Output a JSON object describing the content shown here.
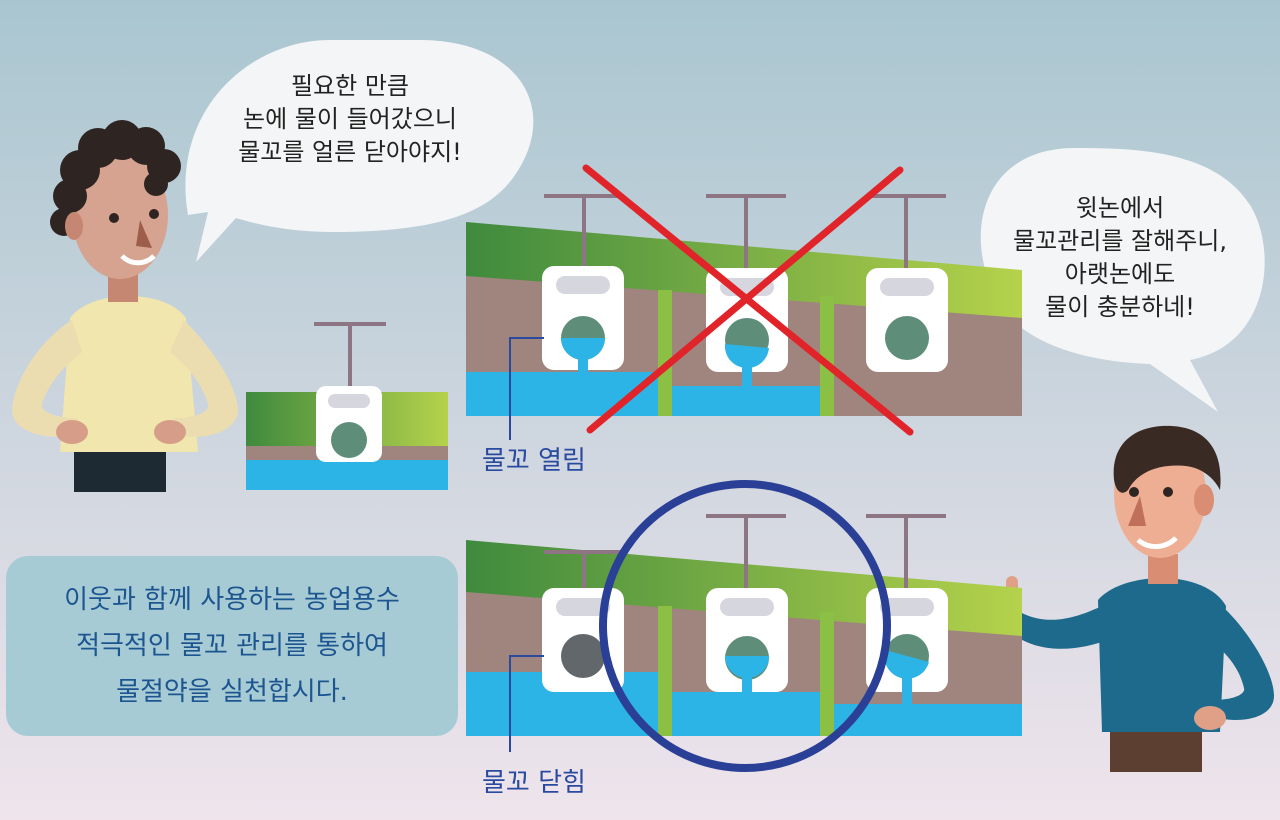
{
  "bubbles": {
    "left": [
      "필요한 만큼",
      "논에 물이 들어갔으니",
      "물꼬를 얼른 닫아야지!"
    ],
    "right": [
      "윗논에서",
      "물꼬관리를 잘해주니,",
      "아랫논에도",
      "물이 충분하네!"
    ]
  },
  "labels": {
    "open": "물꼬 열림",
    "closed": "물꼬 닫힘"
  },
  "slogan": [
    "이웃과 함께 사용하는 농업용수",
    "적극적인 물꼬 관리를 통하여",
    "물절약을 실천합시다."
  ],
  "colors": {
    "water": "#2db4e6",
    "soil": "#a0857e",
    "grass": "#6fb246",
    "cross_mark": "#e0242a",
    "circle_mark": "#2a3f96",
    "label_text": "#2a4aa0",
    "slogan_bg": "#a6cbd4",
    "slogan_text": "#1d5590"
  },
  "icons": [
    "cross-mark-icon",
    "circle-mark-icon"
  ]
}
